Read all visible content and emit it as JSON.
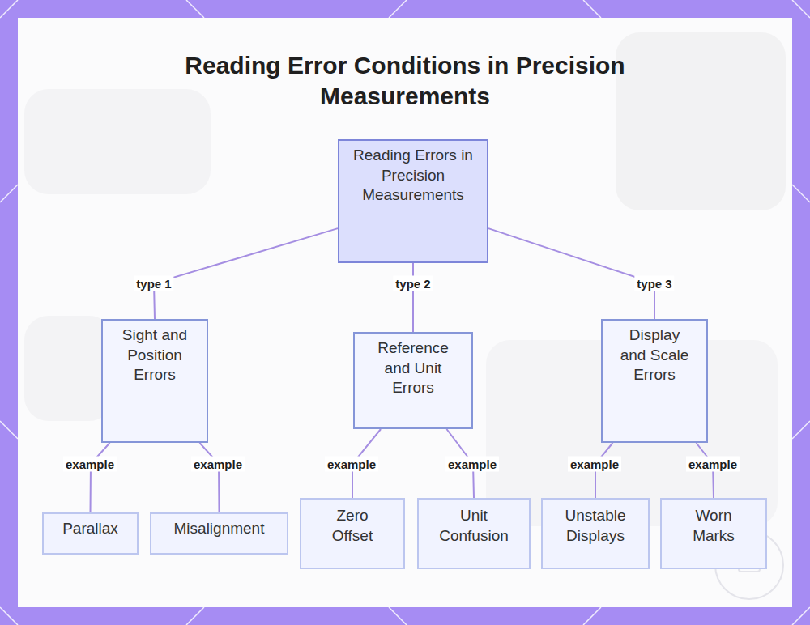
{
  "diagram": {
    "title": "Reading Error Conditions in Precision Measurements",
    "nodes": [
      {
        "text": [
          "Reading Errors in Precision Measurements"
        ]
      },
      {
        "text": [
          "Sight and Position Errors"
        ]
      },
      {
        "text": [
          "Reference and Unit Errors"
        ]
      },
      {
        "text": [
          "Display and Scale Errors"
        ]
      },
      {
        "text": [
          "Parallax"
        ]
      },
      {
        "text": [
          "Misalignment"
        ]
      },
      {
        "text": [
          "Zero Offset"
        ]
      },
      {
        "text": [
          "Unit Confusion"
        ]
      },
      {
        "text": [
          "Unstable Displays"
        ]
      },
      {
        "text": [
          "Worn Marks"
        ]
      }
    ],
    "edges": [
      {
        "from": 0,
        "to": 1,
        "label": "type 1",
        "arrow": "none"
      },
      {
        "from": 0,
        "to": 2,
        "label": "type 2",
        "arrow": "none"
      },
      {
        "from": 0,
        "to": 3,
        "label": "type 3",
        "arrow": "none"
      },
      {
        "from": 1,
        "to": 4,
        "label": "example",
        "arrow": "none"
      },
      {
        "from": 1,
        "to": 5,
        "label": "example",
        "arrow": "none"
      },
      {
        "from": 2,
        "to": 6,
        "label": "example",
        "arrow": "none"
      },
      {
        "from": 2,
        "to": 7,
        "label": "example",
        "arrow": "none"
      },
      {
        "from": 3,
        "to": 8,
        "label": "example",
        "arrow": "none"
      },
      {
        "from": 3,
        "to": 9,
        "label": "example",
        "arrow": "none"
      }
    ]
  }
}
